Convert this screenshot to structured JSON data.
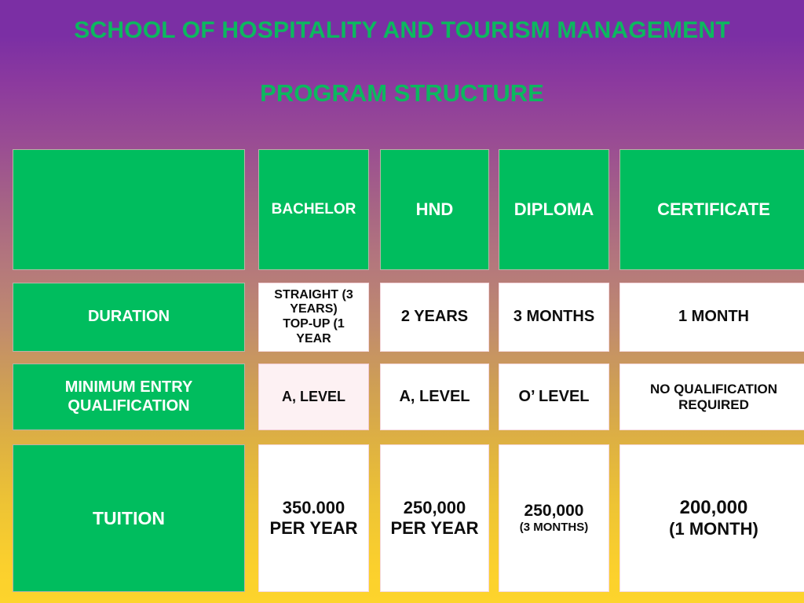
{
  "header": {
    "main_title": "SCHOOL OF HOSPITALITY AND TOURISM MANAGEMENT",
    "sub_title": "PROGRAM STRUCTURE",
    "title_color": "#0cb85f"
  },
  "theme": {
    "background_top": "#7b2fa4",
    "background_bottom": "#fdd42c",
    "accent_green": "#00bd5e",
    "cell_white": "#ffffff",
    "cell_pink": "#fdf1f3"
  },
  "table": {
    "columns": [
      {
        "label": ""
      },
      {
        "label": "BACHELOR"
      },
      {
        "label": "HND"
      },
      {
        "label": "DIPLOMA"
      },
      {
        "label": "CERTIFICATE"
      }
    ],
    "rows": [
      {
        "label": "DURATION",
        "cells": [
          {
            "text": "STRAIGHT (3 YEARS)\nTOP-UP (1 YEAR",
            "style": "white"
          },
          {
            "text": "2 YEARS",
            "style": "white"
          },
          {
            "text": "3 MONTHS",
            "style": "white"
          },
          {
            "text": "1 MONTH",
            "style": "white"
          }
        ]
      },
      {
        "label": "MINIMUM ENTRY QUALIFICATION",
        "cells": [
          {
            "text": "A, LEVEL",
            "style": "pinkish"
          },
          {
            "text": "A, LEVEL",
            "style": "white"
          },
          {
            "text": "O’ LEVEL",
            "style": "white"
          },
          {
            "text": "NO QUALIFICATION REQUIRED",
            "style": "white"
          }
        ]
      },
      {
        "label": "TUITION",
        "cells": [
          {
            "text": "350.000",
            "sub": "PER YEAR",
            "sub_size": "lg",
            "style": "white"
          },
          {
            "text": "250,000",
            "sub": "PER YEAR",
            "sub_size": "lg",
            "style": "white"
          },
          {
            "text": "250,000",
            "sub": "(3 MONTHS)",
            "sub_size": "sm",
            "style": "white"
          },
          {
            "text": "200,000",
            "sub": "(1 MONTH)",
            "sub_size": "lg",
            "style": "white"
          }
        ]
      }
    ]
  }
}
